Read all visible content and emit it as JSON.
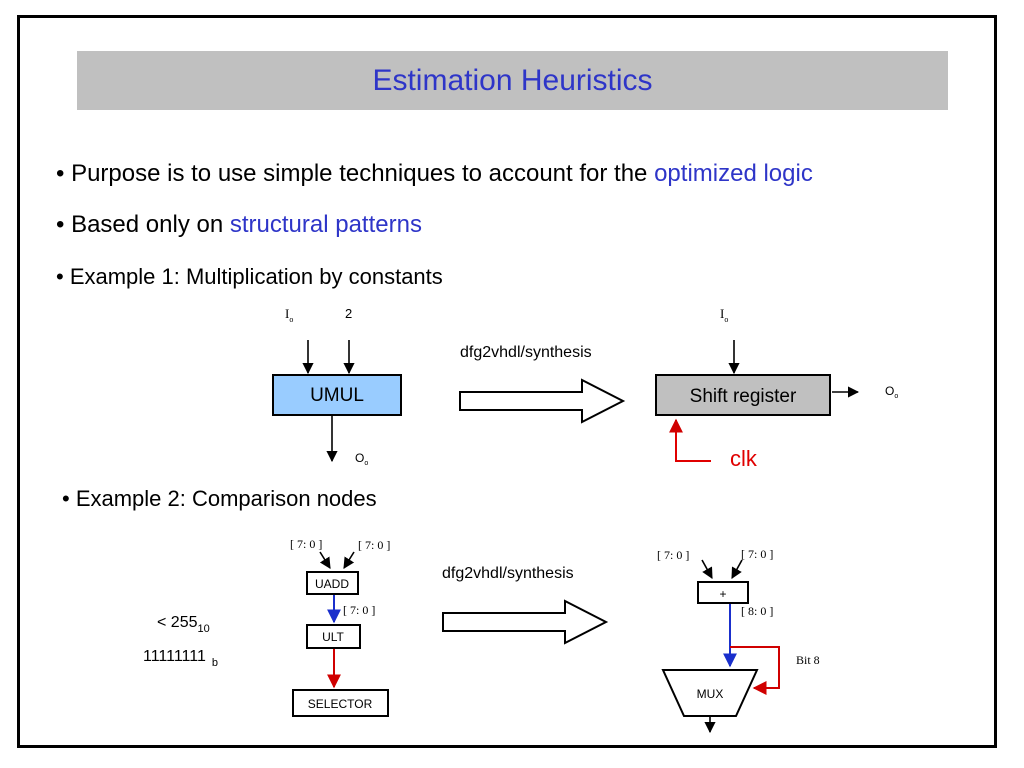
{
  "title": "Estimation Heuristics",
  "bullets": [
    {
      "prefix": "• Purpose is to use simple techniques to account for the ",
      "highlight": "optimized logic"
    },
    {
      "prefix": "• Based only on ",
      "highlight": "structural patterns"
    },
    {
      "text": "• Example 1: Multiplication by constants"
    },
    {
      "text": "• Example 2: Comparison nodes"
    }
  ],
  "example1": {
    "input_a": "I",
    "input_a_sub": "o",
    "input_b": "2",
    "block_label": "UMUL",
    "output": "O",
    "output_sub": "o",
    "arrow_label": "dfg2vhdl/synthesis",
    "right_input": "I",
    "right_input_sub": "o",
    "shift_label": "Shift register",
    "right_output": "O",
    "right_output_sub": "o",
    "clk_label": "clk"
  },
  "example2": {
    "in_a": "[ 7: 0 ]",
    "in_b": "[ 7: 0 ]",
    "uadd_label": "UADD",
    "mid_bus": "[ 7: 0 ]",
    "ult_label": "ULT",
    "selector_label": "SELECTOR",
    "const_dec": "< 255",
    "const_dec_sub": "10",
    "const_bin": "11111111",
    "const_bin_sub": "b",
    "arrow_label": "dfg2vhdl/synthesis",
    "right_in_a": "[ 7: 0 ]",
    "right_in_b": "[ 7: 0 ]",
    "plus_label": "+",
    "sum_bus": "[ 8: 0 ]",
    "bit_label": "Bit 8",
    "mux_label": "MUX"
  },
  "colors": {
    "title_bg": "#c0c0c0",
    "title_text": "#2e35c8",
    "umul_fill": "#99ccff",
    "shift_fill": "#c0c0c0",
    "clk_red": "#e00000",
    "bus_blue": "#1a2fcc",
    "bus_red": "#d00000"
  }
}
